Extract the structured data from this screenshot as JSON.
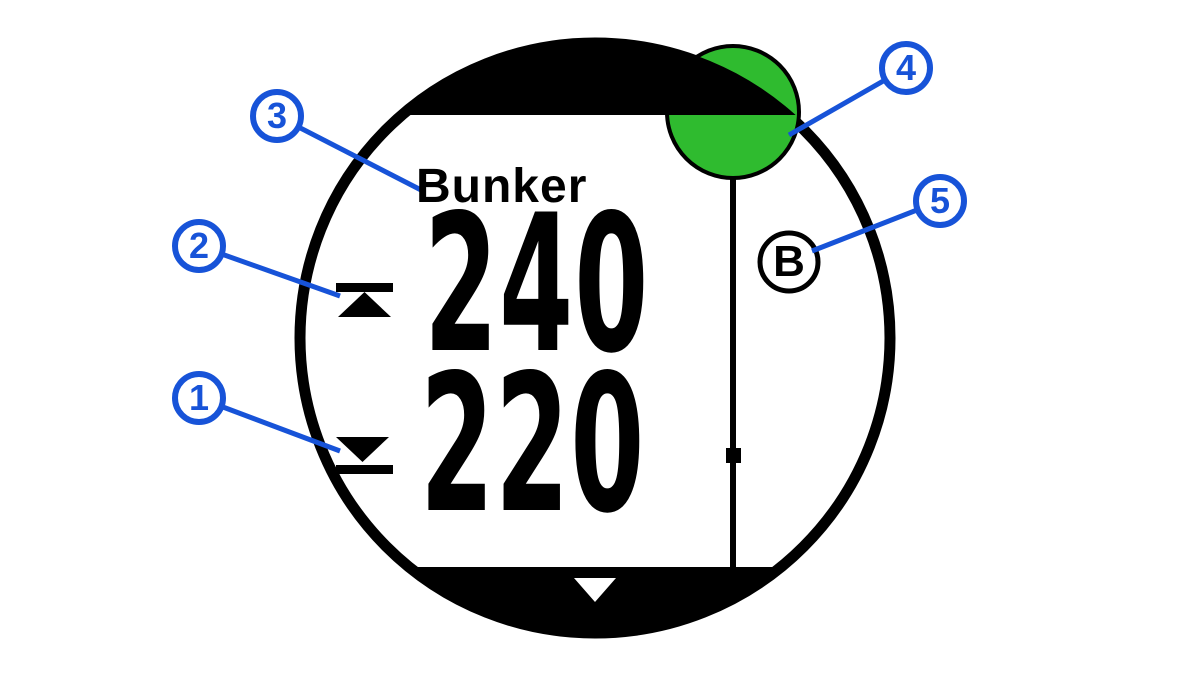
{
  "colors": {
    "callout_blue": "#1753d8",
    "green_fill": "#2fbb2f",
    "ink": "#000000"
  },
  "watch": {
    "hazard_label": "Bunker",
    "distance_top": "240",
    "distance_bottom": "220",
    "hazard_letter": "B"
  },
  "callouts": {
    "c1": "1",
    "c2": "2",
    "c3": "3",
    "c4": "4",
    "c5": "5"
  },
  "icons": {
    "top_distance_marker": "bar-above-up-triangle",
    "bottom_distance_marker": "down-triangle-above-bar",
    "scroll_down": "white-down-triangle",
    "green_indicator": "green-half-circle",
    "hazard_position": "black-square-dot"
  }
}
